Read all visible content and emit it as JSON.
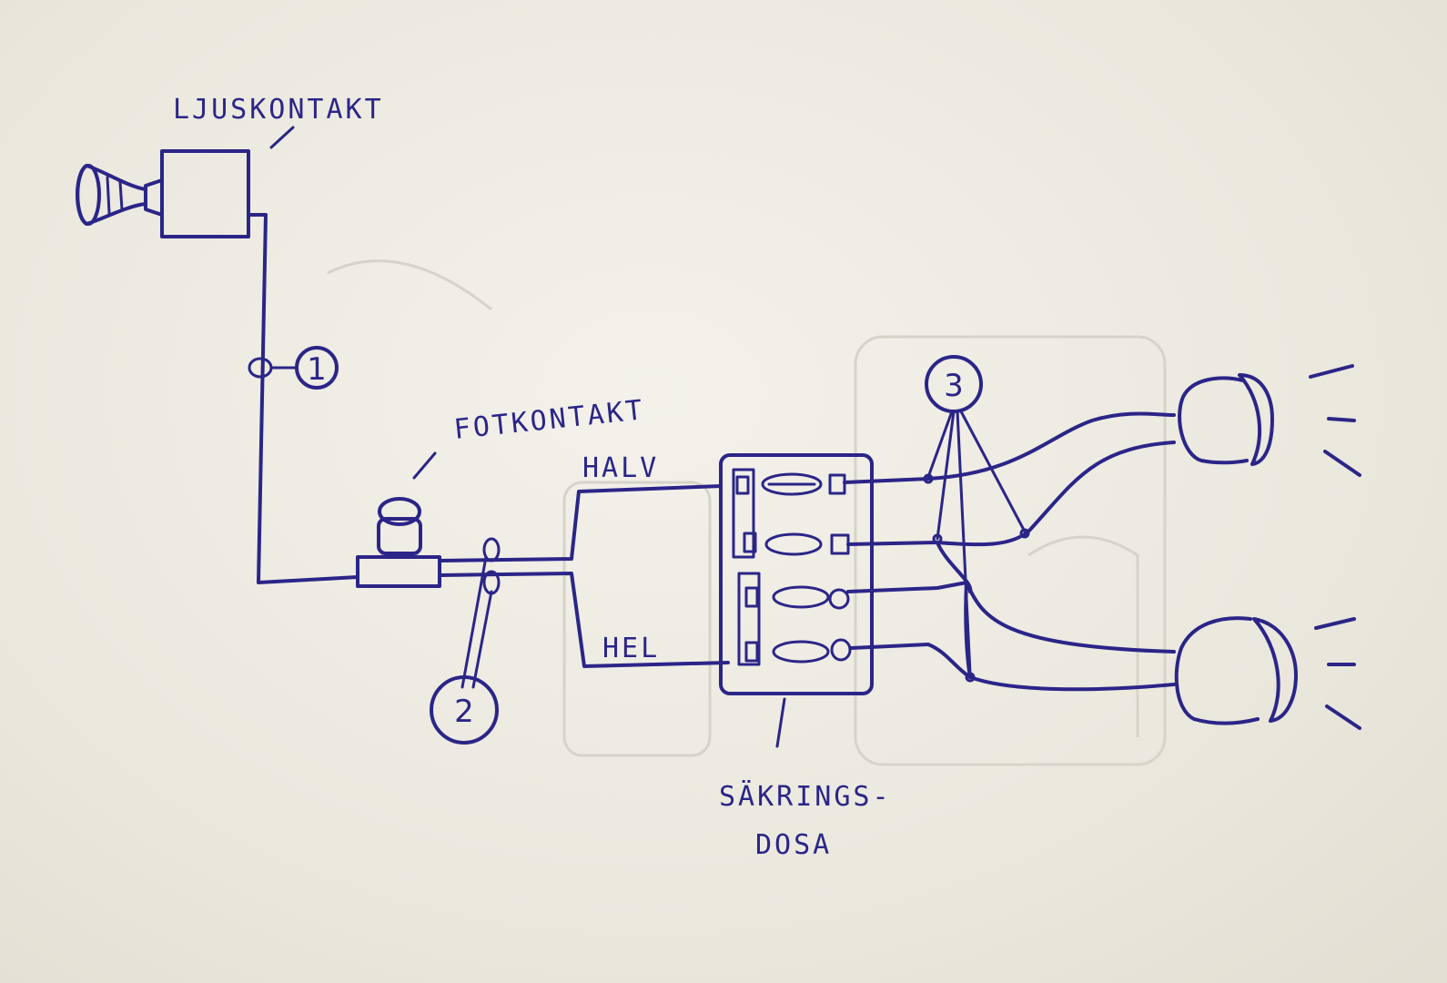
{
  "labels": {
    "light_switch": "LJUSKONTAKT",
    "foot_switch": "FOTKONTAKT",
    "low_beam": "HALV",
    "high_beam": "HEL",
    "fuse_box_line1": "SÄKRINGS-",
    "fuse_box_line2": "DOSA"
  },
  "markers": [
    "1",
    "2",
    "3"
  ],
  "colors": {
    "ink": "#2b2588",
    "paper": "#ebe8df"
  }
}
